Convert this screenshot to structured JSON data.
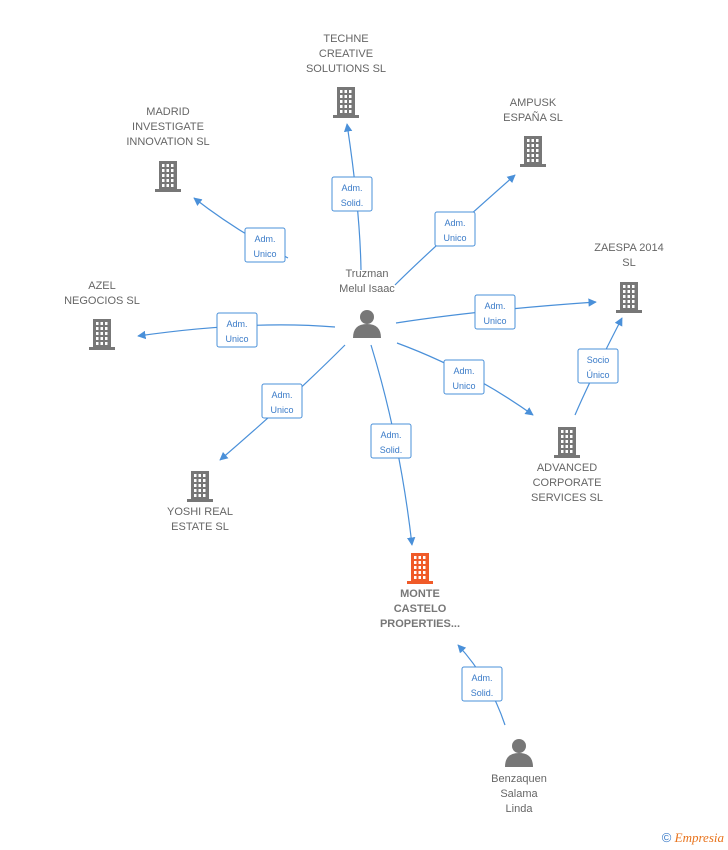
{
  "nodes": {
    "techne": {
      "lines": [
        "TECHNE",
        "CREATIVE",
        "SOLUTIONS  SL"
      ],
      "type": "company"
    },
    "madrid": {
      "lines": [
        "MADRID",
        "INVESTIGATE",
        "INNOVATION  SL"
      ],
      "type": "company"
    },
    "ampusk": {
      "lines": [
        "AMPUSK",
        "ESPAÑA  SL"
      ],
      "type": "company"
    },
    "zaespa": {
      "lines": [
        "ZAESPA 2014",
        "SL"
      ],
      "type": "company"
    },
    "azel": {
      "lines": [
        "AZEL",
        "NEGOCIOS SL"
      ],
      "type": "company"
    },
    "advanced": {
      "lines": [
        "ADVANCED",
        "CORPORATE",
        "SERVICES  SL"
      ],
      "type": "company"
    },
    "yoshi": {
      "lines": [
        "YOSHI REAL",
        "ESTATE  SL"
      ],
      "type": "company"
    },
    "monte": {
      "lines": [
        "MONTE",
        "CASTELO",
        "PROPERTIES..."
      ],
      "type": "company-main"
    },
    "truzman": {
      "lines": [
        "Truzman",
        "Melul Isaac"
      ],
      "type": "person"
    },
    "benzaquen": {
      "lines": [
        "Benzaquen",
        "Salama",
        "Linda"
      ],
      "type": "person"
    }
  },
  "edges": [
    {
      "from": "truzman",
      "to": "techne",
      "label": [
        "Adm.",
        "Solid."
      ]
    },
    {
      "from": "truzman",
      "to": "madrid",
      "label": [
        "Adm.",
        "Unico"
      ]
    },
    {
      "from": "truzman",
      "to": "ampusk",
      "label": [
        "Adm.",
        "Unico"
      ]
    },
    {
      "from": "truzman",
      "to": "zaespa",
      "label": [
        "Adm.",
        "Unico"
      ]
    },
    {
      "from": "truzman",
      "to": "azel",
      "label": [
        "Adm.",
        "Unico"
      ]
    },
    {
      "from": "truzman",
      "to": "advanced",
      "label": [
        "Adm.",
        "Unico"
      ]
    },
    {
      "from": "advanced",
      "to": "zaespa",
      "label": [
        "Socio",
        "Único"
      ]
    },
    {
      "from": "truzman",
      "to": "yoshi",
      "label": [
        "Adm.",
        "Unico"
      ]
    },
    {
      "from": "truzman",
      "to": "monte",
      "label": [
        "Adm.",
        "Solid."
      ]
    },
    {
      "from": "benzaquen",
      "to": "monte",
      "label": [
        "Adm.",
        "Solid."
      ]
    }
  ],
  "colors": {
    "edge": "#4a90d9",
    "company": "#777777",
    "main_company": "#f05a28",
    "person": "#777777"
  },
  "footer": {
    "copyright": "©",
    "brand": "Empresia"
  }
}
